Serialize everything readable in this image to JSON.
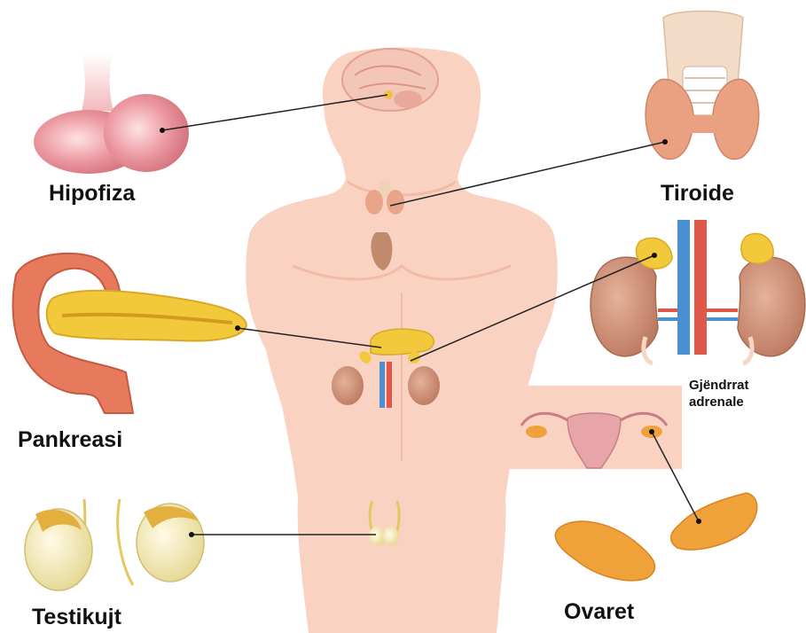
{
  "labels": {
    "pituitary": "Hipofiza",
    "thyroid": "Tiroide",
    "pancreas": "Pankreasi",
    "adrenal_line1": "Gjëndrrat",
    "adrenal_line2": "adrenale",
    "testes": "Testikujt",
    "ovaries": "Ovaret"
  },
  "colors": {
    "skin": "#f9d2c2",
    "skin_shade": "#f2bba6",
    "pituitary": "#e9848e",
    "thyroid": "#e8a58a",
    "pancreas": "#f3c93c",
    "kidney": "#c98a6e",
    "artery": "#e0574a",
    "vein": "#4a8fd0",
    "testis": "#efe3a5",
    "ovary": "#f0a23a",
    "uterus": "#e7a5aa",
    "leader_line": "#222222"
  }
}
